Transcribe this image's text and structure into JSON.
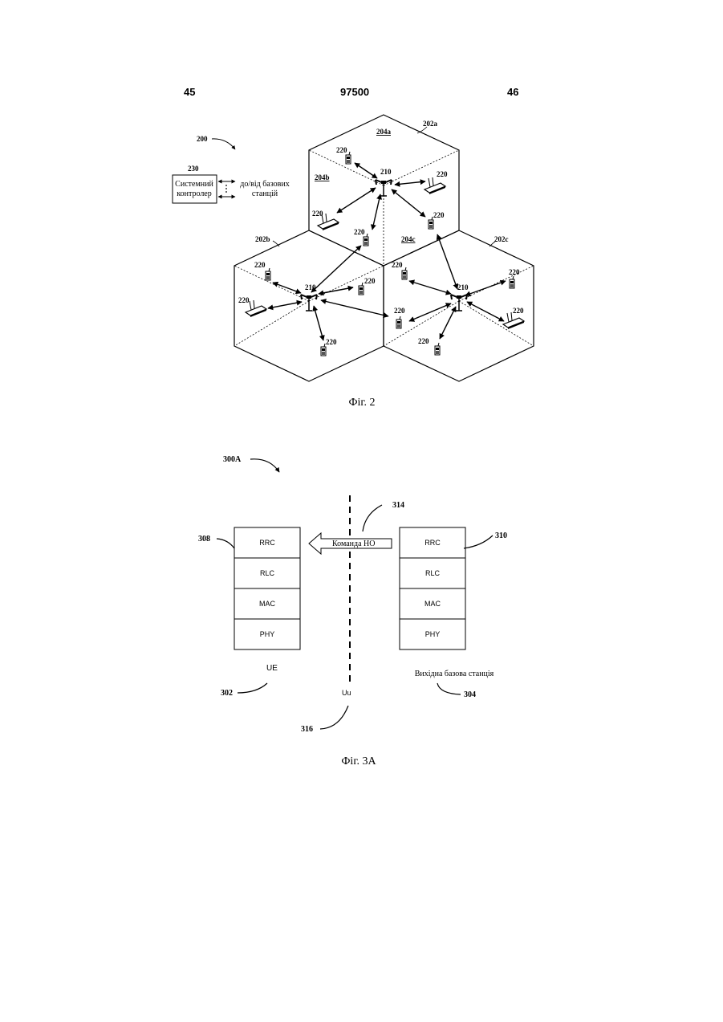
{
  "header": {
    "left_page": "45",
    "patent_number": "97500",
    "right_page": "46"
  },
  "fig2": {
    "caption": "Фіг. 2",
    "ref_system": "200",
    "controller_ref": "230",
    "controller_line1": "Системний",
    "controller_line2": "контролер",
    "to_from_line1": "до/від базових",
    "to_from_line2": "станцій",
    "cell_a": "202a",
    "cell_b": "202b",
    "cell_c": "202c",
    "sector_a": "204a",
    "sector_b": "204b",
    "sector_c": "204c",
    "base_station": "210",
    "terminal": "220"
  },
  "fig3a": {
    "caption": "Фіг. 3А",
    "ref_fig": "300A",
    "ue_stack_ref": "308",
    "bs_stack_ref": "310",
    "ho_ref": "314",
    "iface_ref": "316",
    "ue_ref": "302",
    "bs_ref": "304",
    "layers": [
      "RRC",
      "RLC",
      "MAC",
      "PHY"
    ],
    "ho_command": "Команда НО",
    "ue_label": "UE",
    "bs_label": "Вихідна базова станція",
    "iface_label": "Uu"
  }
}
